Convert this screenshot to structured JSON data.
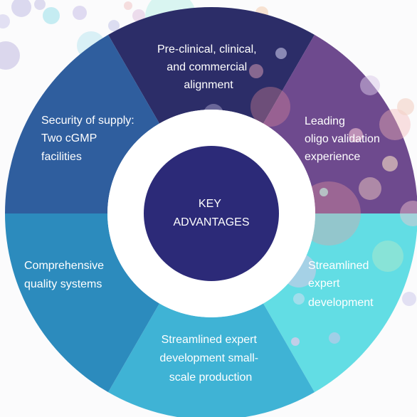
{
  "center": {
    "lines": [
      "KEY",
      "ADVANTAGES"
    ]
  },
  "segments": [
    {
      "id": "preclinical",
      "color": "#2c2d68",
      "lines": [
        "Pre-clinical, clinical,",
        "and commercial",
        "alignment"
      ]
    },
    {
      "id": "oligo",
      "color": "#6e4a8e",
      "lines": [
        "Leading",
        "oligo validation",
        "experience"
      ]
    },
    {
      "id": "streamlined-right",
      "color": "#62dde4",
      "lines": [
        "Streamlined",
        "expert",
        "development"
      ]
    },
    {
      "id": "small-scale",
      "color": "#3fb3d5",
      "lines": [
        "Streamlined expert",
        "development small-",
        "scale production"
      ]
    },
    {
      "id": "quality",
      "color": "#2c8bbd",
      "lines": [
        "Comprehensive",
        "quality systems"
      ]
    },
    {
      "id": "supply",
      "color": "#2f5e9e",
      "lines": [
        "Security of supply:",
        "Two cGMP",
        "facilities"
      ]
    }
  ],
  "colors": {
    "background": "#fbfbfc",
    "inner_ring": "#ffffff",
    "center_circle": "#2c2a78",
    "text": "#ffffff"
  }
}
